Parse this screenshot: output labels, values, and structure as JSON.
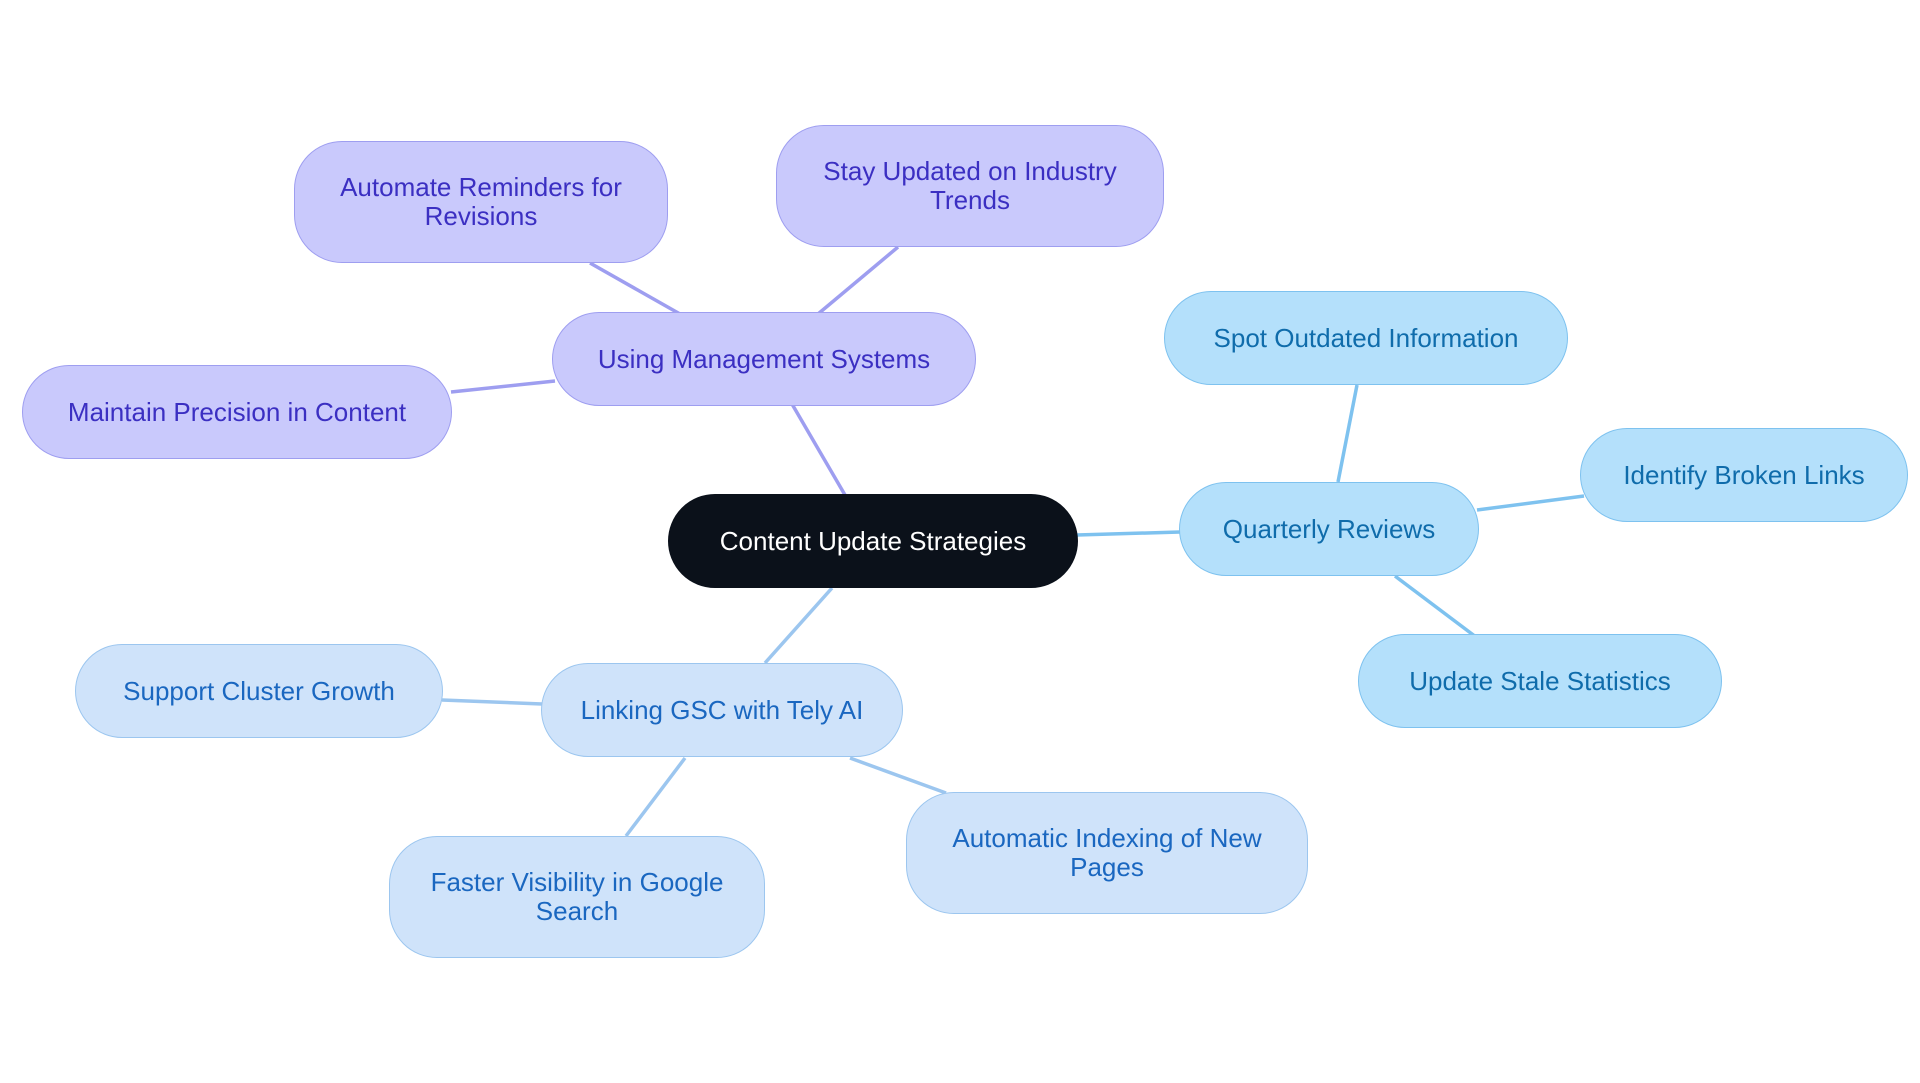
{
  "mindmap": {
    "root": "Content Update Strategies",
    "branches": [
      {
        "label": "Using Management Systems",
        "color": "#9e9ef0",
        "children": [
          "Automate Reminders for Revisions",
          "Stay Updated on Industry Trends",
          "Maintain Precision in Content"
        ]
      },
      {
        "label": "Quarterly Reviews",
        "color": "#7ec2ef",
        "children": [
          "Spot Outdated Information",
          "Identify Broken Links",
          "Update Stale Statistics"
        ]
      },
      {
        "label": "Linking GSC with Tely AI",
        "color": "#9cc6ef",
        "children": [
          "Support Cluster Growth",
          "Faster Visibility in Google Search",
          "Automatic Indexing of New Pages"
        ]
      }
    ]
  }
}
